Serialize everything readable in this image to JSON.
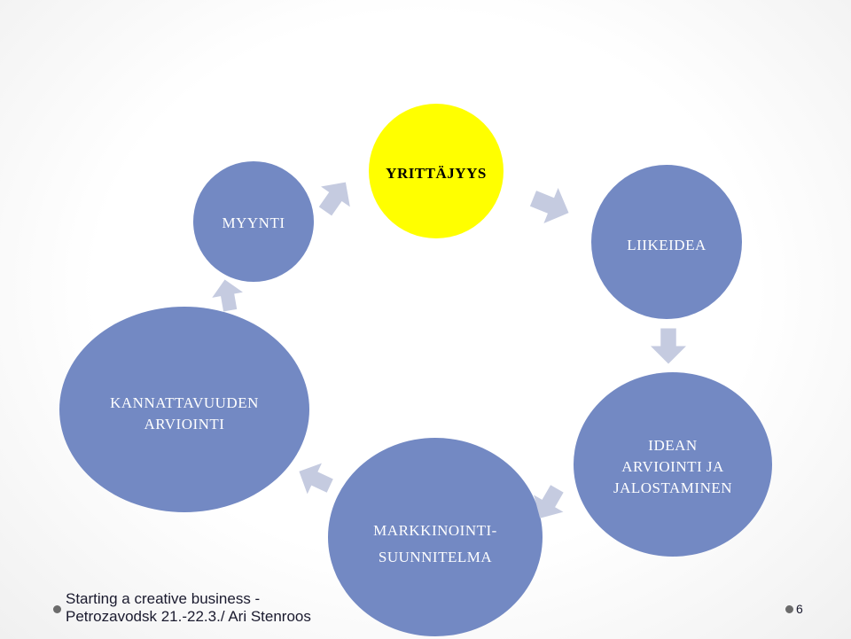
{
  "nodes": {
    "yrittajyys": "YRITTÄJYYS",
    "liikeidea": "LIIKEIDEA",
    "idean_line1": "IDEAN",
    "idean_line2": "ARVIOINTI JA",
    "idean_line3": "JALOSTAMINEN",
    "markkinointi_line1": "MARKKINOINTI-",
    "markkinointi_line2": "SUUNNITELMA",
    "kannattavuuden_line1": "KANNATTAVUUDEN",
    "kannattavuuden_line2": "ARVIOINTI",
    "myynti": "MYYNTI"
  },
  "footer": {
    "line1": "Starting a creative business -",
    "line2": "Petrozavodsk 21.-22.3./ Ari Stenroos",
    "page": "6"
  },
  "colors": {
    "circle_blue": "#7389c3",
    "circle_yellow": "#ffff00",
    "arrow": "#c5cbe0"
  }
}
